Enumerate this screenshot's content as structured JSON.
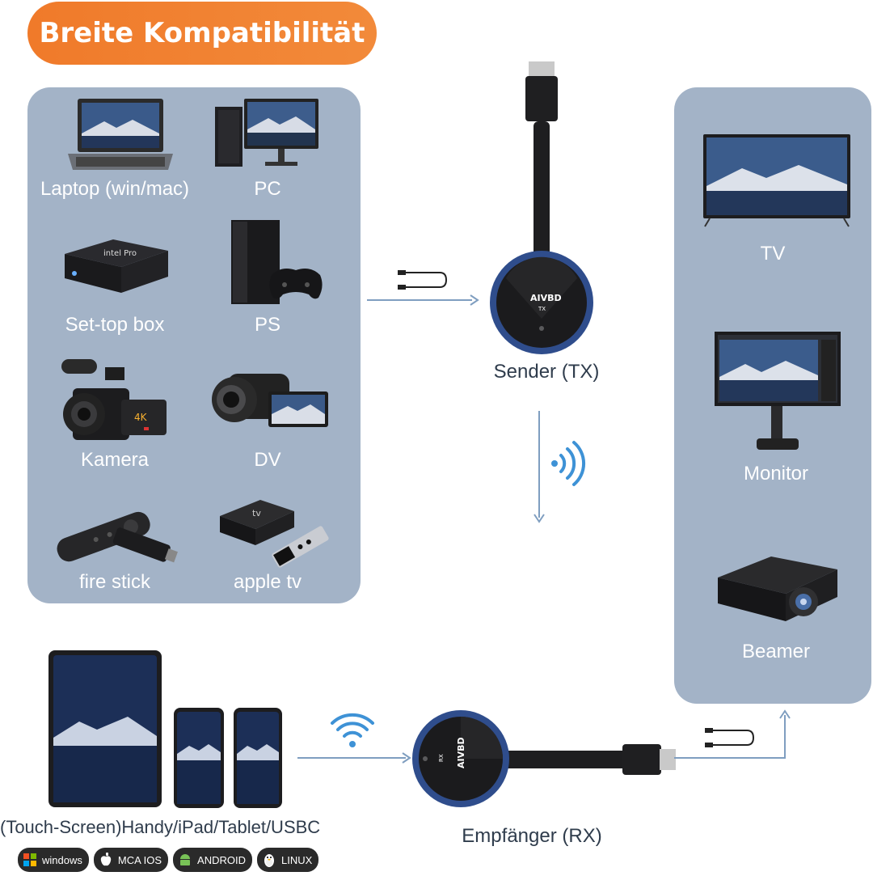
{
  "title": "Breite Kompatibilität",
  "sources": [
    {
      "label": "Laptop (win/mac)",
      "icon": "laptop-icon"
    },
    {
      "label": "PC",
      "icon": "pc-icon"
    },
    {
      "label": "Set-top box",
      "icon": "set-top-box-icon"
    },
    {
      "label": "PS",
      "icon": "playstation-icon"
    },
    {
      "label": "Kamera",
      "icon": "camera-icon"
    },
    {
      "label": "DV",
      "icon": "camcorder-icon"
    },
    {
      "label": "fire stick",
      "icon": "fire-stick-icon"
    },
    {
      "label": "apple tv",
      "icon": "apple-tv-icon"
    }
  ],
  "set_top_brand": "intel Pro",
  "camera_badge": "4K",
  "appletv_text": "tv",
  "sender": {
    "label": "Sender (TX)",
    "brand": "AIVBD",
    "code": "TX"
  },
  "receiver": {
    "label": "Empfänger (RX)",
    "brand": "AIVBD",
    "code": "RX"
  },
  "displays": [
    {
      "label": "TV",
      "icon": "tv-icon"
    },
    {
      "label": "Monitor",
      "icon": "monitor-icon"
    },
    {
      "label": "Beamer",
      "icon": "projector-icon"
    }
  ],
  "mobile_caption": "(Touch-Screen)Handy/iPad/Tablet/USBC",
  "os_badges": [
    {
      "label": "windows",
      "icon": "windows-icon"
    },
    {
      "label": "MCA IOS",
      "icon": "apple-icon"
    },
    {
      "label": "ANDROID",
      "icon": "android-icon"
    },
    {
      "label": "LINUX",
      "icon": "linux-icon"
    }
  ],
  "colors": {
    "accent": "#f07a2a",
    "panel": "#a3b3c7",
    "arrow": "#7f9ec0",
    "ring": "#2f4d8c"
  }
}
